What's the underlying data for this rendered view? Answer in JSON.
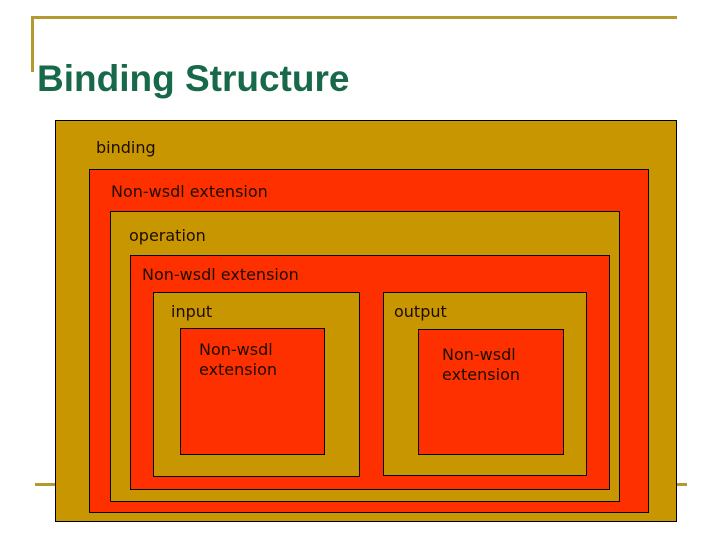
{
  "slide": {
    "title": "Binding Structure"
  },
  "colors": {
    "background": "#FFFFFF",
    "title_green": "#17694A",
    "line_gold": "#B39930",
    "box_gold": "#C79600",
    "box_red": "#FF3000",
    "label_dark": "#1E0C00",
    "border_black": "#000000"
  },
  "diagram": {
    "binding": {
      "label": "binding"
    },
    "non_wsdl_outer": {
      "label": "Non-wsdl extension"
    },
    "operation": {
      "label": "operation"
    },
    "non_wsdl_inner": {
      "label": "Non-wsdl extension"
    },
    "input": {
      "label": "input"
    },
    "output": {
      "label": "output"
    },
    "input_extension": {
      "label": "Non-wsdl extension"
    },
    "output_extension": {
      "label": "Non-wsdl extension"
    }
  }
}
